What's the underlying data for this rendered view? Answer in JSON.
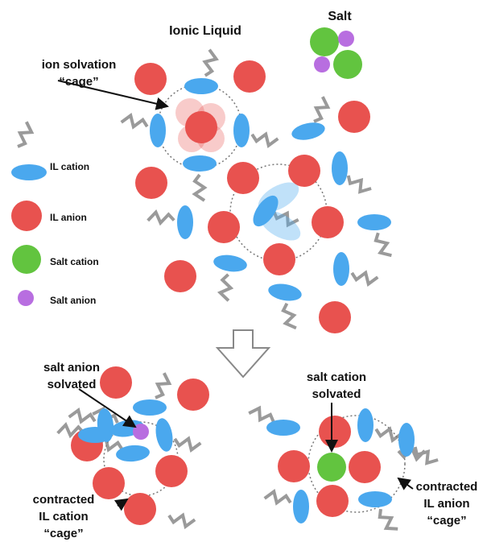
{
  "title": "Ionic Liquid",
  "salt_title": "Salt",
  "labels": {
    "cage_line1": "ion solvation",
    "cage_line2": "“cage”",
    "salt_anion_line1": "salt anion",
    "salt_anion_line2": "solvated",
    "contracted_cation_line1": "contracted",
    "contracted_cation_line2": "IL cation",
    "contracted_cation_line3": "“cage”",
    "salt_cation_line1": "salt cation",
    "salt_cation_line2": "solvated",
    "contracted_anion_line1": "contracted",
    "contracted_anion_line2": "IL anion",
    "contracted_anion_line3": "“cage”"
  },
  "legend": [
    {
      "label": "IL cation",
      "icon": "il-cation-icon"
    },
    {
      "label": "IL anion",
      "icon": "il-anion-icon"
    },
    {
      "label": "Salt cation",
      "icon": "salt-cation-icon"
    },
    {
      "label": "Salt anion",
      "icon": "salt-anion-icon"
    }
  ],
  "colors": {
    "il_cation": "#4aa8ee",
    "il_anion": "#e8524f",
    "salt_cation": "#62c43f",
    "salt_anion": "#b86ee0",
    "tail": "#9a9a9a",
    "cage": "#777777"
  }
}
